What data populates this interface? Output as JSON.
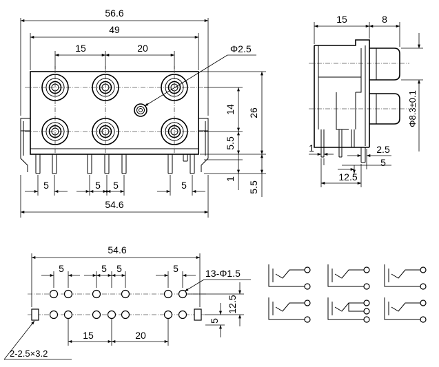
{
  "front_view": {
    "overall_width": "56.6",
    "body_width": "49",
    "pitch_left": "15",
    "pitch_right": "20",
    "hole_diameter": "Φ2.5",
    "row_pitch": "14",
    "overall_height": "26",
    "bottom_offset": "5.5",
    "pin_offset": "1",
    "pin_length": "5.5",
    "pin_pitch_1": "5",
    "pin_pitch_2": "5",
    "pin_pitch_3": "5",
    "pin_pitch_4": "5",
    "pin_span": "54.6"
  },
  "side_view": {
    "depth": "15",
    "jack_length": "8",
    "jack_diameter": "Φ8.3±0.1",
    "pin_thickness": "1",
    "pin_spacing": "2.5",
    "pin_length": "5",
    "pin_span": "12.5"
  },
  "footprint": {
    "overall_width": "54.6",
    "pitch_1": "5",
    "pitch_2": "5",
    "pitch_3": "5",
    "pitch_4": "5",
    "hole_spec": "13-Φ1.5",
    "row_pitch_outer": "12.5",
    "row_pitch_inner": "5",
    "pitch_left": "15",
    "pitch_right": "20",
    "slot_spec": "2-2.5×3.2"
  },
  "schematics": {
    "count": 6
  }
}
